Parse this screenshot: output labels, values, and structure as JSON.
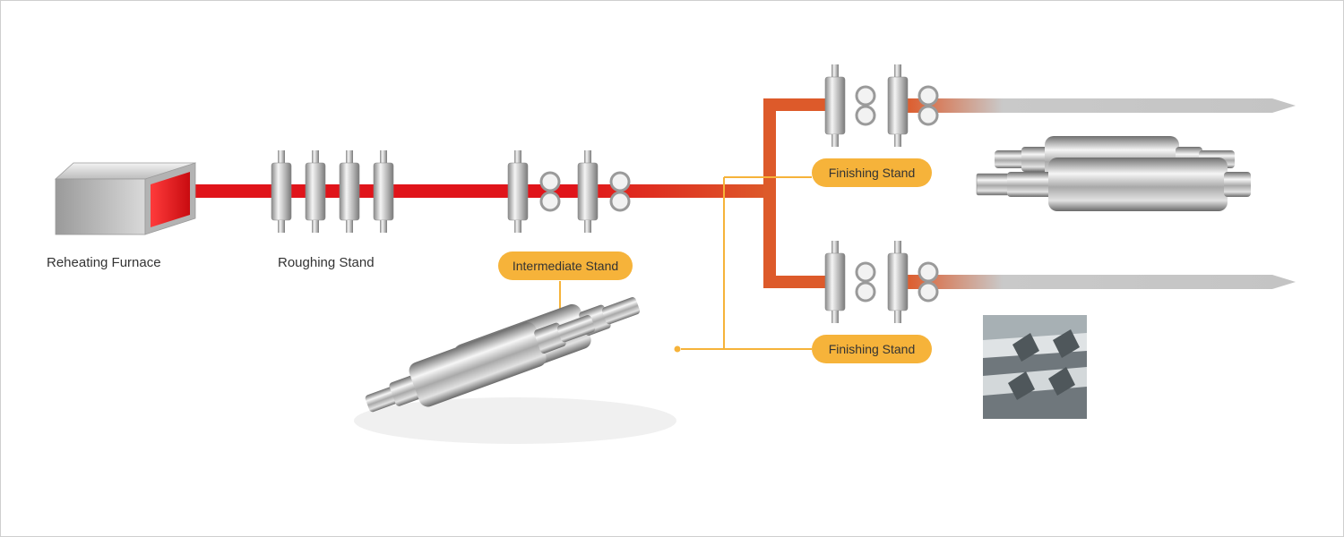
{
  "title": "",
  "colors": {
    "hot_line": "#e0141a",
    "branch": "#dd5a2a",
    "callout": "#f6b33a",
    "steel": "#b8b8b8",
    "product": "#c4c4c4"
  },
  "stages": {
    "reheating_furnace": "Reheating Furnace",
    "roughing_stand": "Roughing Stand",
    "intermediate_stand": "Intermediate Stand",
    "finishing_stand_top": "Finishing Stand",
    "finishing_stand_bottom": "Finishing Stand"
  },
  "images": {
    "intermediate_rolls": "roll-pair-icon",
    "finishing_rolls_top": "roll-pair-icon",
    "finishing_rolls_bottom": "grooved-roll-photo-icon"
  }
}
